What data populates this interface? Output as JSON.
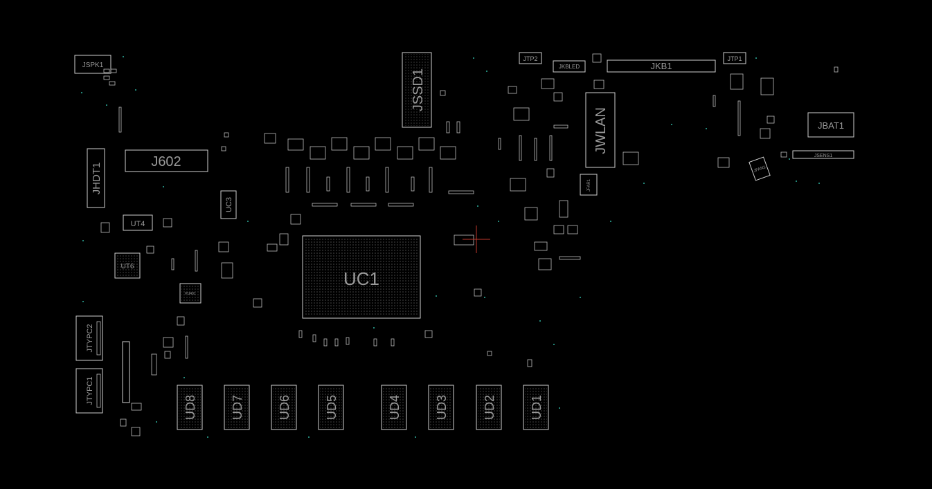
{
  "view": {
    "background": "#000000",
    "outline_color": "#cfcfcf",
    "label_color": "#9a9a9a",
    "via_color": "#2fb3a0",
    "cursor_color": "#c0392b"
  },
  "components": {
    "JSPK1": "JSPK1",
    "JSSD1": "JSSD1",
    "JTP2": "JTP2",
    "JKBLED": "JKBLED",
    "JKB1": "JKB1",
    "JTP1": "JTP1",
    "JWLAN": "JWLAN",
    "JBAT1": "JBAT1",
    "JSENS1": "JSENS1",
    "JFAN1": "JFAN1",
    "J602": "J602",
    "JHDT1": "JHDT1",
    "UC3": "UC3",
    "UT4": "UT4",
    "UT6": "UT6",
    "PU401": "PU401",
    "UC1": "UC1",
    "JTYPC2": "JTYPC2",
    "JTYPC1": "JTYPC1",
    "JFAR1": "JFAR1",
    "UD8": "UD8",
    "UD7": "UD7",
    "UD6": "UD6",
    "UD5": "UD5",
    "UD4": "UD4",
    "UD3": "UD3",
    "UD2": "UD2",
    "UD1": "UD1"
  }
}
